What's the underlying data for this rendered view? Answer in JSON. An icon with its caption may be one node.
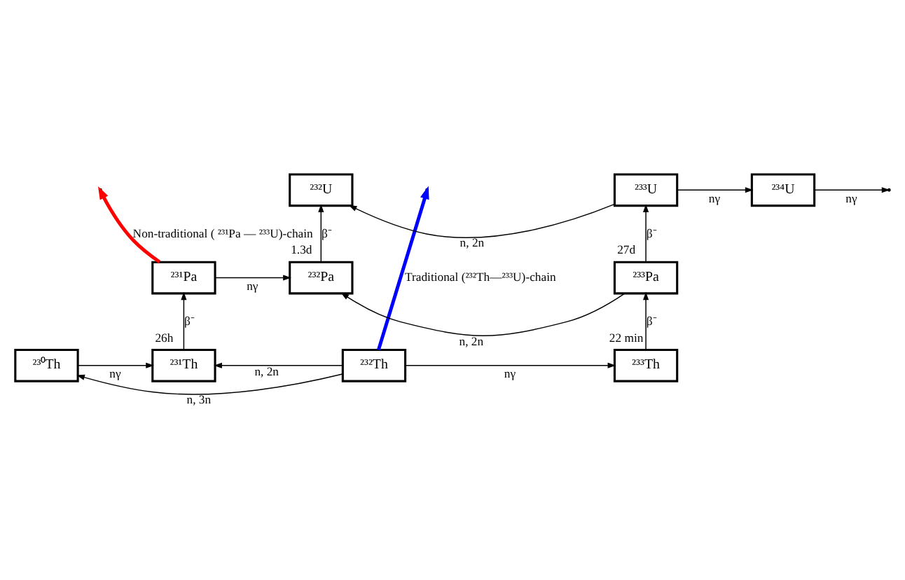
{
  "diagram": {
    "nodes": [
      {
        "text": [
          "²³⁰Th"
        ]
      },
      {
        "text": [
          "²³¹Th"
        ],
        "beside": [
          "26h"
        ]
      },
      {
        "text": [
          "²³²Th"
        ]
      },
      {
        "text": [
          "²³³Th"
        ],
        "beside": [
          "22 min"
        ]
      },
      {
        "text": [
          "²³¹Pa"
        ]
      },
      {
        "text": [
          "²³²Pa"
        ],
        "beside": [
          "1.3d"
        ]
      },
      {
        "text": [
          "²³³Pa"
        ],
        "beside": [
          "27d"
        ]
      },
      {
        "text": [
          "²³²U"
        ]
      },
      {
        "text": [
          "²³³U"
        ]
      },
      {
        "text": [
          "²³⁴U"
        ]
      }
    ],
    "edges": [
      {
        "from": 0,
        "to": 1,
        "arrow": "to",
        "label": "nγ"
      },
      {
        "from": 2,
        "to": 1,
        "arrow": "to",
        "label": "n, 2n"
      },
      {
        "from": 2,
        "to": 3,
        "arrow": "to",
        "label": "nγ"
      },
      {
        "from": 2,
        "to": 0,
        "arrow": "to",
        "label": "n, 3n"
      },
      {
        "from": 1,
        "to": 4,
        "arrow": "to",
        "label": "β⁻"
      },
      {
        "from": 3,
        "to": 6,
        "arrow": "to",
        "label": "β⁻"
      },
      {
        "from": 4,
        "to": 5,
        "arrow": "to",
        "label": "nγ"
      },
      {
        "from": 6,
        "to": 5,
        "arrow": "to",
        "label": "n, 2n"
      },
      {
        "from": 5,
        "to": 7,
        "arrow": "to",
        "label": "β⁻"
      },
      {
        "from": 6,
        "to": 8,
        "arrow": "to",
        "label": "β⁻"
      },
      {
        "from": 8,
        "to": 7,
        "arrow": "to",
        "label": "n, 2n"
      },
      {
        "from": 8,
        "to": 9,
        "arrow": "to",
        "label": "nγ"
      },
      {
        "from": 9,
        "to": null,
        "arrow": "to",
        "label": "nγ"
      },
      {
        "from": 4,
        "to": null,
        "arrow": "to",
        "label": "Non-traditional ( ²³¹Pa — ²³³U)-chain",
        "style": "thick",
        "color": "#ff0000"
      },
      {
        "from": 2,
        "to": null,
        "arrow": "to",
        "label": "Traditional (²³²Th—²³³U)-chain",
        "style": "thick",
        "color": "#0000ff"
      }
    ]
  }
}
